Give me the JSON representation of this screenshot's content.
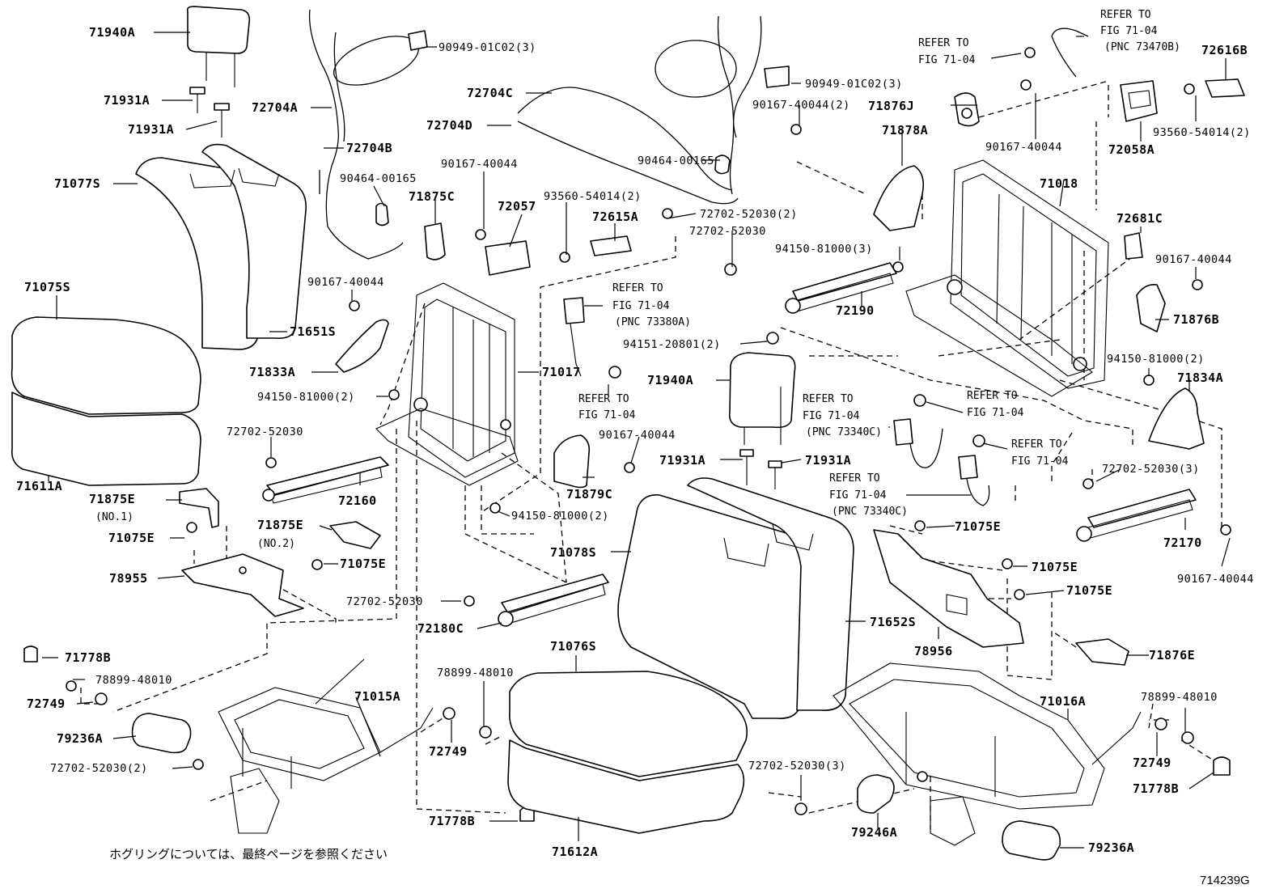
{
  "figure_id": "714239G",
  "footer_note": "ホグリングについては、最終ページを参照ください",
  "callouts": {
    "p71940A_1": "71940A",
    "p71931A_1": "71931A",
    "p71931A_2": "71931A",
    "p71077S": "71077S",
    "p71075S": "71075S",
    "p71651S": "71651S",
    "p71611A": "71611A",
    "p72704A": "72704A",
    "p72704B": "72704B",
    "p90464_1": "90464-00165",
    "p90949_1": "90949-01C02(3)",
    "p72704C": "72704C",
    "p72704D": "72704D",
    "p90167_a": "90167-40044",
    "p71875C": "71875C",
    "p72057": "72057",
    "p93560_1": "93560-54014(2)",
    "p72615A": "72615A",
    "p72702_a": "72702-52030(2)",
    "p72702_b": "72702-52030",
    "p90464_2": "90464-00165",
    "p90949_2": "90949-01C02(3)",
    "p90167_b": "90167-40044(2)",
    "p71876J": "71876J",
    "p90167_c": "90167-40044",
    "p71878A": "71878A",
    "p71018": "71018",
    "p94150_a": "94150-81000(3)",
    "p72190": "72190",
    "p72681C": "72681C",
    "p90167_d": "90167-40044",
    "p71876B": "71876B",
    "p72616B": "72616B",
    "p72058A": "72058A",
    "p93560_2": "93560-54014(2)",
    "p90167_e": "90167-40044",
    "p71833A": "71833A",
    "p94150_b": "94150-81000(2)",
    "p71017": "71017",
    "p94151": "94151-20801(2)",
    "p71940A_2": "71940A",
    "p94150_c": "94150-81000(2)",
    "p71834A": "71834A",
    "p72702_c": "72702-52030",
    "p72160": "72160",
    "p90167_f": "90167-40044",
    "p71879C": "71879C",
    "p71931A_3": "71931A",
    "p71931A_4": "71931A",
    "p72702_d": "72702-52030(3)",
    "p71875E_1": "71875E",
    "p71075E_1": "71075E",
    "p71875E_2": "71875E",
    "p94150_d": "94150-81000(2)",
    "p71075E_2": "71075E",
    "p78955": "78955",
    "p72702_e": "72702-52030",
    "p72180C": "72180C",
    "p71078S": "71078S",
    "p71075E_3": "71075E",
    "p72170": "72170",
    "p90167_g": "90167-40044",
    "p71075E_4": "71075E",
    "p71075E_5": "71075E",
    "p71652S": "71652S",
    "p78956": "78956",
    "p71876E": "71876E",
    "p71778B_1": "71778B",
    "p78899_a": "78899-48010",
    "p72749_a": "72749",
    "p71015A": "71015A",
    "p79236A_1": "79236A",
    "p72702_f": "72702-52030(2)",
    "p71076S": "71076S",
    "p78899_b": "78899-48010",
    "p72749_b": "72749",
    "p71778B_2": "71778B",
    "p71612A": "71612A",
    "p71016A": "71016A",
    "p78899_c": "78899-48010",
    "p72749_c": "72749",
    "p71778B_3": "71778B",
    "p72702_g": "72702-52030(3)",
    "p79246A": "79246A",
    "p79236A_2": "79236A"
  },
  "notes": {
    "no1": "(NO.1)",
    "no2": "(NO.2)",
    "refer_to": "REFER TO",
    "fig_71_04": "FIG 71-04",
    "pnc_73470B": "(PNC 73470B)",
    "pnc_73380A": "(PNC 73380A)",
    "pnc_73340C": "(PNC 73340C)"
  }
}
